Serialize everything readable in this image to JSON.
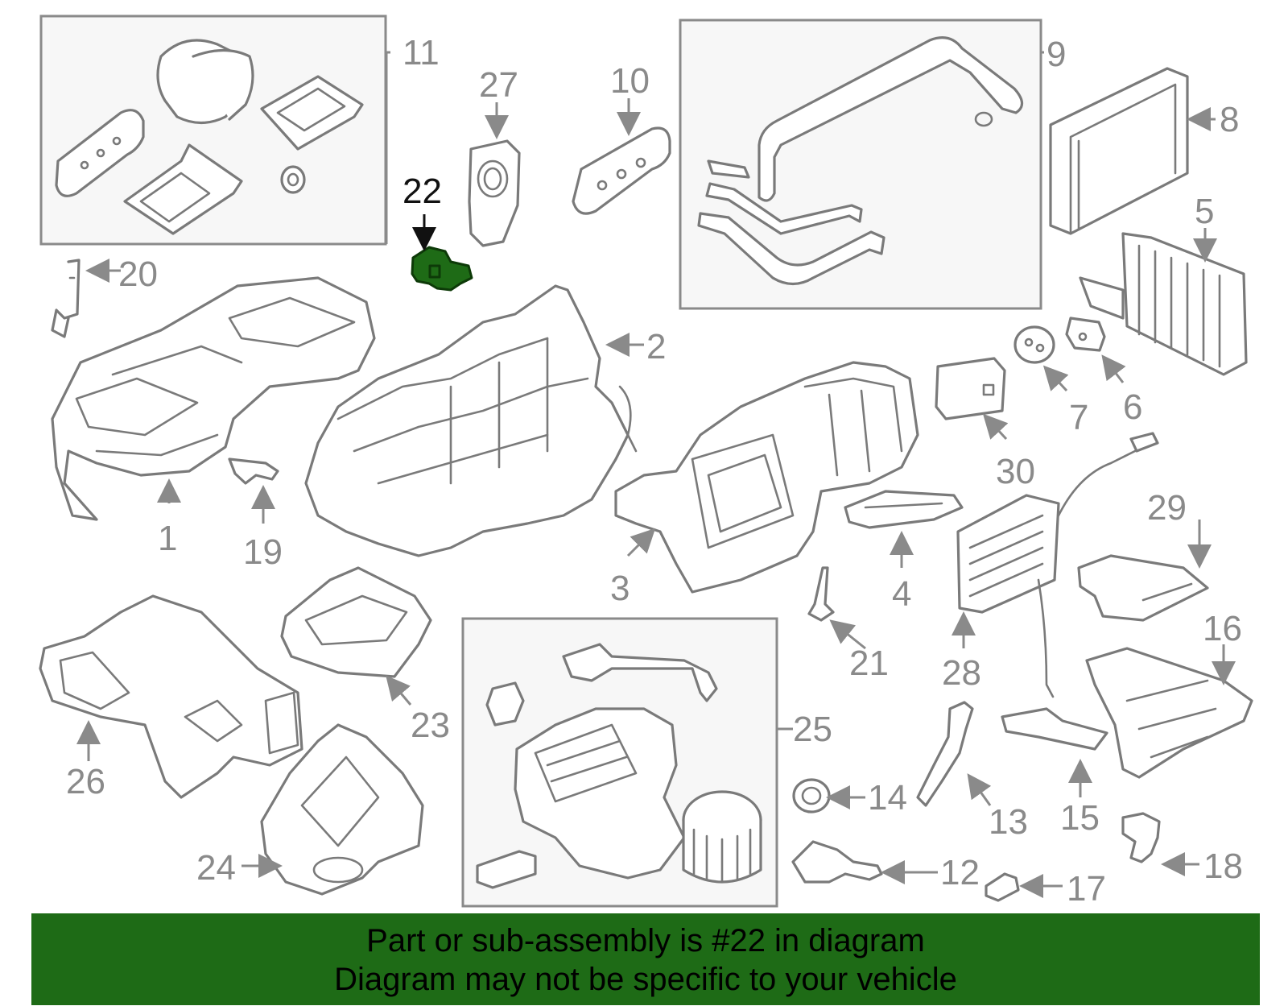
{
  "callouts": {
    "c1": "1",
    "c2": "2",
    "c3": "3",
    "c4": "4",
    "c5": "5",
    "c6": "6",
    "c7": "7",
    "c8": "8",
    "c9": "9",
    "c10": "10",
    "c11": "11",
    "c12": "12",
    "c13": "13",
    "c14": "14",
    "c15": "15",
    "c16": "16",
    "c17": "17",
    "c18": "18",
    "c19": "19",
    "c20": "20",
    "c21": "21",
    "c22": "22",
    "c23": "23",
    "c24": "24",
    "c25": "25",
    "c26": "26",
    "c27": "27",
    "c28": "28",
    "c29": "29",
    "c30": "30"
  },
  "highlighted_part": "22",
  "colors": {
    "banner_background": "#1e6b16",
    "highlight_part": "#1e6b16",
    "line_art": "#7a7a7a"
  },
  "banner": {
    "line1": "Part or sub-assembly is #22 in diagram",
    "line2": "Diagram may not be specific to your vehicle"
  }
}
